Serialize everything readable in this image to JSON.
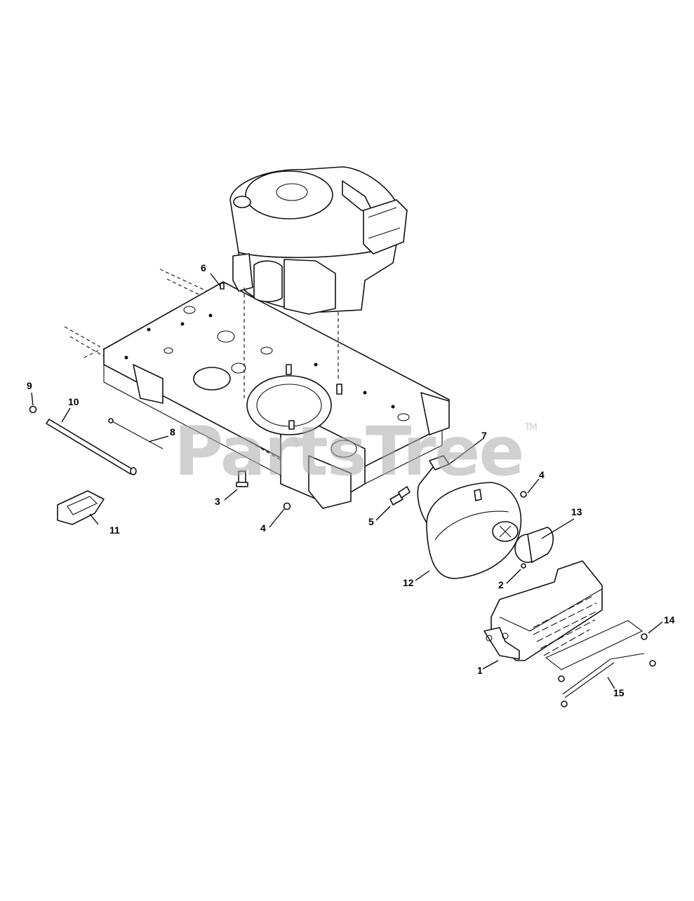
{
  "watermark": {
    "brand": "PartsTree",
    "trademark": "TM"
  },
  "callouts": [
    {
      "id": "c1",
      "label": "1"
    },
    {
      "id": "c2",
      "label": "2"
    },
    {
      "id": "c3",
      "label": "3"
    },
    {
      "id": "c4a",
      "label": "4"
    },
    {
      "id": "c4b",
      "label": "4"
    },
    {
      "id": "c5",
      "label": "5"
    },
    {
      "id": "c6",
      "label": "6"
    },
    {
      "id": "c7",
      "label": "7"
    },
    {
      "id": "c8",
      "label": "8"
    },
    {
      "id": "c9",
      "label": "9"
    },
    {
      "id": "c10",
      "label": "10"
    },
    {
      "id": "c11",
      "label": "11"
    },
    {
      "id": "c12",
      "label": "12"
    },
    {
      "id": "c13",
      "label": "13"
    },
    {
      "id": "c14",
      "label": "14"
    },
    {
      "id": "c15",
      "label": "15"
    }
  ]
}
